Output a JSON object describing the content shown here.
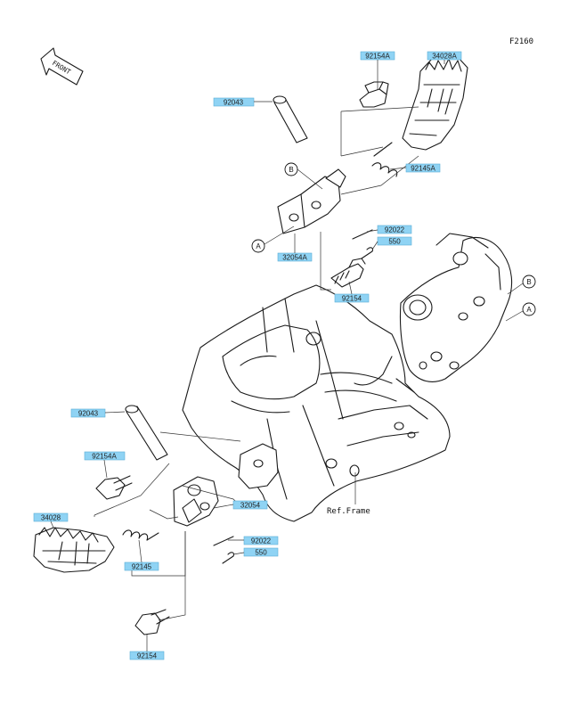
{
  "diagram_code": "F2160",
  "front_label": "FRONT",
  "ref_frame_label": "Ref.Frame",
  "colors": {
    "label_bg": "#8fd3f4",
    "label_border": "#5aaed6",
    "line": "#1a1a1a"
  },
  "part_labels": {
    "p92154A_top": "92154A",
    "p34028A": "34028A",
    "p92043_top": "92043",
    "p92145A": "92145A",
    "p92022_top": "92022",
    "p550_top": "550",
    "p32054A": "32054A",
    "p92154_mid": "92154",
    "p92043_bot": "92043",
    "p92154A_bot": "92154A",
    "p34028": "34028",
    "p32054": "32054",
    "p92022_bot": "92022",
    "p550_bot": "550",
    "p92145": "92145",
    "p92154_bot": "92154"
  },
  "callouts": {
    "b_top": "B",
    "a_top": "A",
    "b_right": "B",
    "a_right": "A"
  }
}
